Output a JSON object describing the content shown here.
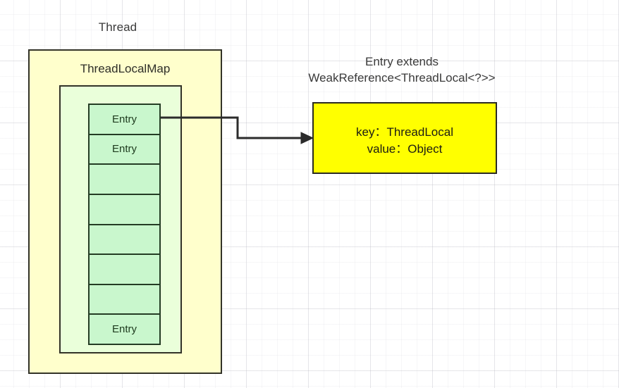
{
  "diagram": {
    "title_label": "Thread",
    "thread_box": {
      "label": "ThreadLocalMap",
      "fill": "#FFFFCC",
      "stroke": "#333328"
    },
    "map_container": {
      "fill": "#EAFFDA",
      "stroke": "#333328"
    },
    "entry_table": {
      "fill": "#C9F7CD",
      "stroke": "#243C24",
      "rows": [
        {
          "label": "Entry"
        },
        {
          "label": "Entry"
        },
        {
          "label": ""
        },
        {
          "label": ""
        },
        {
          "label": ""
        },
        {
          "label": ""
        },
        {
          "label": ""
        },
        {
          "label": "Entry"
        }
      ]
    },
    "caption": {
      "line1": "Entry extends",
      "line2": "WeakReference<ThreadLocal<?>>"
    },
    "entry_detail": {
      "key_line": "key：ThreadLocal",
      "value_line": "value：Object",
      "fill": "#FFFF00",
      "stroke": "#2B2B22"
    },
    "connector": {
      "name": "entry-to-detail-arrow",
      "stroke": "#2b2b2b"
    }
  }
}
